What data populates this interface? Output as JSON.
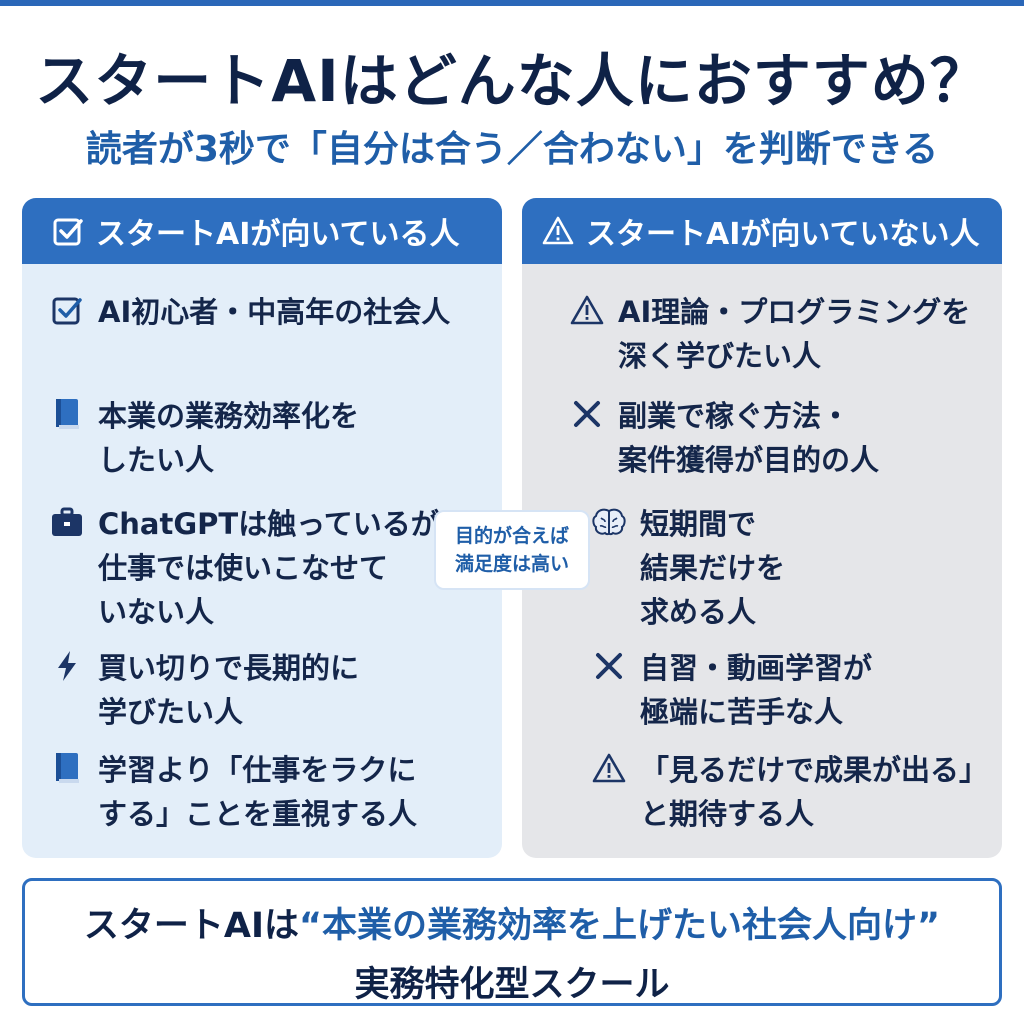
{
  "title": "スタートAIはどんな人におすすめ？",
  "subtitle": "読者が3秒で「自分は合う／合わない」を判断できる",
  "colors": {
    "accent": "#2e6fc0",
    "navy": "#14264a",
    "left_panel_bg": "#e3eef9",
    "right_panel_bg": "#e5e6e9"
  },
  "left": {
    "header_icon": "checkbox-icon",
    "header": "スタートAIが向いている人",
    "items": [
      {
        "icon": "checkbox-icon",
        "text": "AI初心者・中高年の社会人"
      },
      {
        "icon": "book-icon",
        "text": "本業の業務効率化を\nしたい人"
      },
      {
        "icon": "briefcase-icon",
        "text": "ChatGPTは触っているが\n仕事では使いこなせて\nいない人"
      },
      {
        "icon": "lightning-icon",
        "text": "買い切りで長期的に\n学びたい人"
      },
      {
        "icon": "book-icon",
        "text": "学習より「仕事をラクに\nする」ことを重視する人"
      }
    ]
  },
  "right": {
    "header_icon": "warning-icon",
    "header": "スタートAIが向いていない人",
    "items": [
      {
        "icon": "warning-icon",
        "text": "AI理論・プログラミングを\n深く学びたい人"
      },
      {
        "icon": "x-icon",
        "text": "副業で稼ぐ方法・\n案件獲得が目的の人"
      },
      {
        "icon": "brain-icon",
        "text": "短期間で\n結果だけを\n求める人"
      },
      {
        "icon": "x-icon",
        "text": "自習・動画学習が\n極端に苦手な人"
      },
      {
        "icon": "warning-icon",
        "text": "「見るだけで成果が出る」\nと期待する人"
      }
    ]
  },
  "badge": "目的が合えば\n満足度は高い",
  "footer": {
    "lead": "スタートAIは",
    "accent": "“本業の業務効率を上げたい社会人向け”",
    "line2": "実務特化型スクール"
  }
}
